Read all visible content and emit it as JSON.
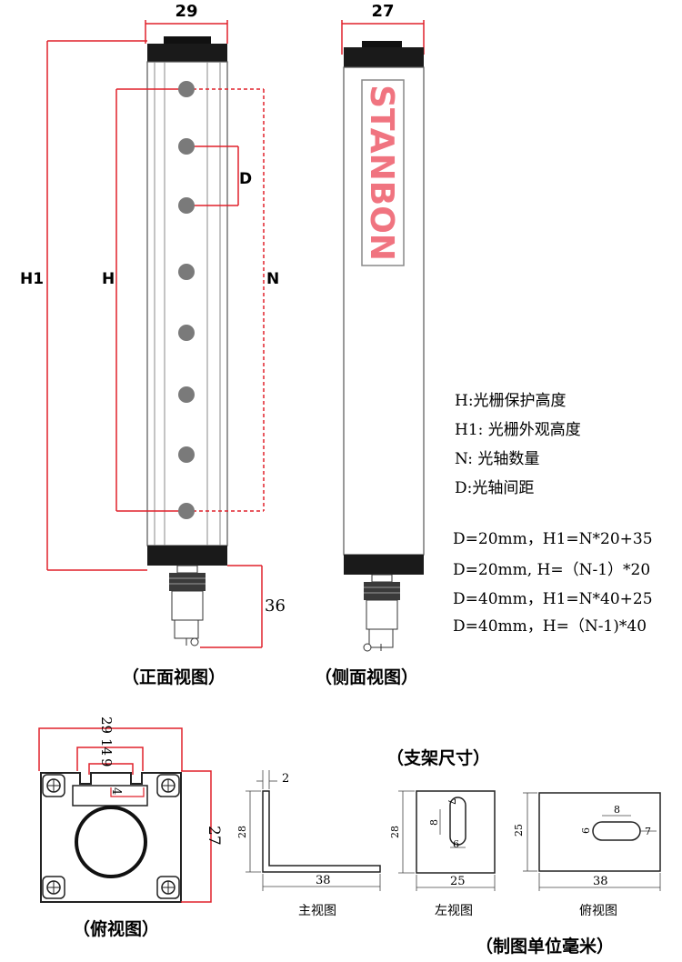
{
  "front_view": {
    "width_dim": "29",
    "h1_label": "H1",
    "h_label": "H",
    "n_label": "N",
    "d_label": "D",
    "connector_dim": "36",
    "caption": "（正面视图）"
  },
  "side_view": {
    "width_dim": "27",
    "brand": "STANBON",
    "caption": "（侧面视图）"
  },
  "legend": [
    "H:光栅保护高度",
    "H1: 光栅外观高度",
    "N: 光轴数量",
    "D:光轴间距"
  ],
  "formulas": [
    "D=20mm，H1=N*20+35",
    "D=20mm, H=（N-1）*20",
    "D=40mm，H1=N*40+25",
    "D=40mm，H=（N-1)*40"
  ],
  "top_view": {
    "dim_29": "29",
    "dim_14": "14",
    "dim_9": "9",
    "dim_4": "4",
    "dim_27": "27",
    "caption": "（俯视图）"
  },
  "bracket": {
    "title": "（支架尺寸）",
    "main_view": {
      "thickness": "2",
      "height": "28",
      "width": "38",
      "caption": "主视图"
    },
    "left_view": {
      "height": "28",
      "width": "25",
      "slot_len": "8",
      "slot_w": "6",
      "slot_top": "7",
      "caption": "左视图"
    },
    "top_view": {
      "height": "25",
      "width": "38",
      "slot_len": "8",
      "slot_w": "6",
      "slot_side": "7",
      "caption": "俯视图"
    }
  },
  "unit_note": "（制图单位毫米）",
  "colors": {
    "dimension_red": "#e0202a",
    "brand_pink": "#f07480",
    "dot_gray": "#7a7a7a"
  }
}
